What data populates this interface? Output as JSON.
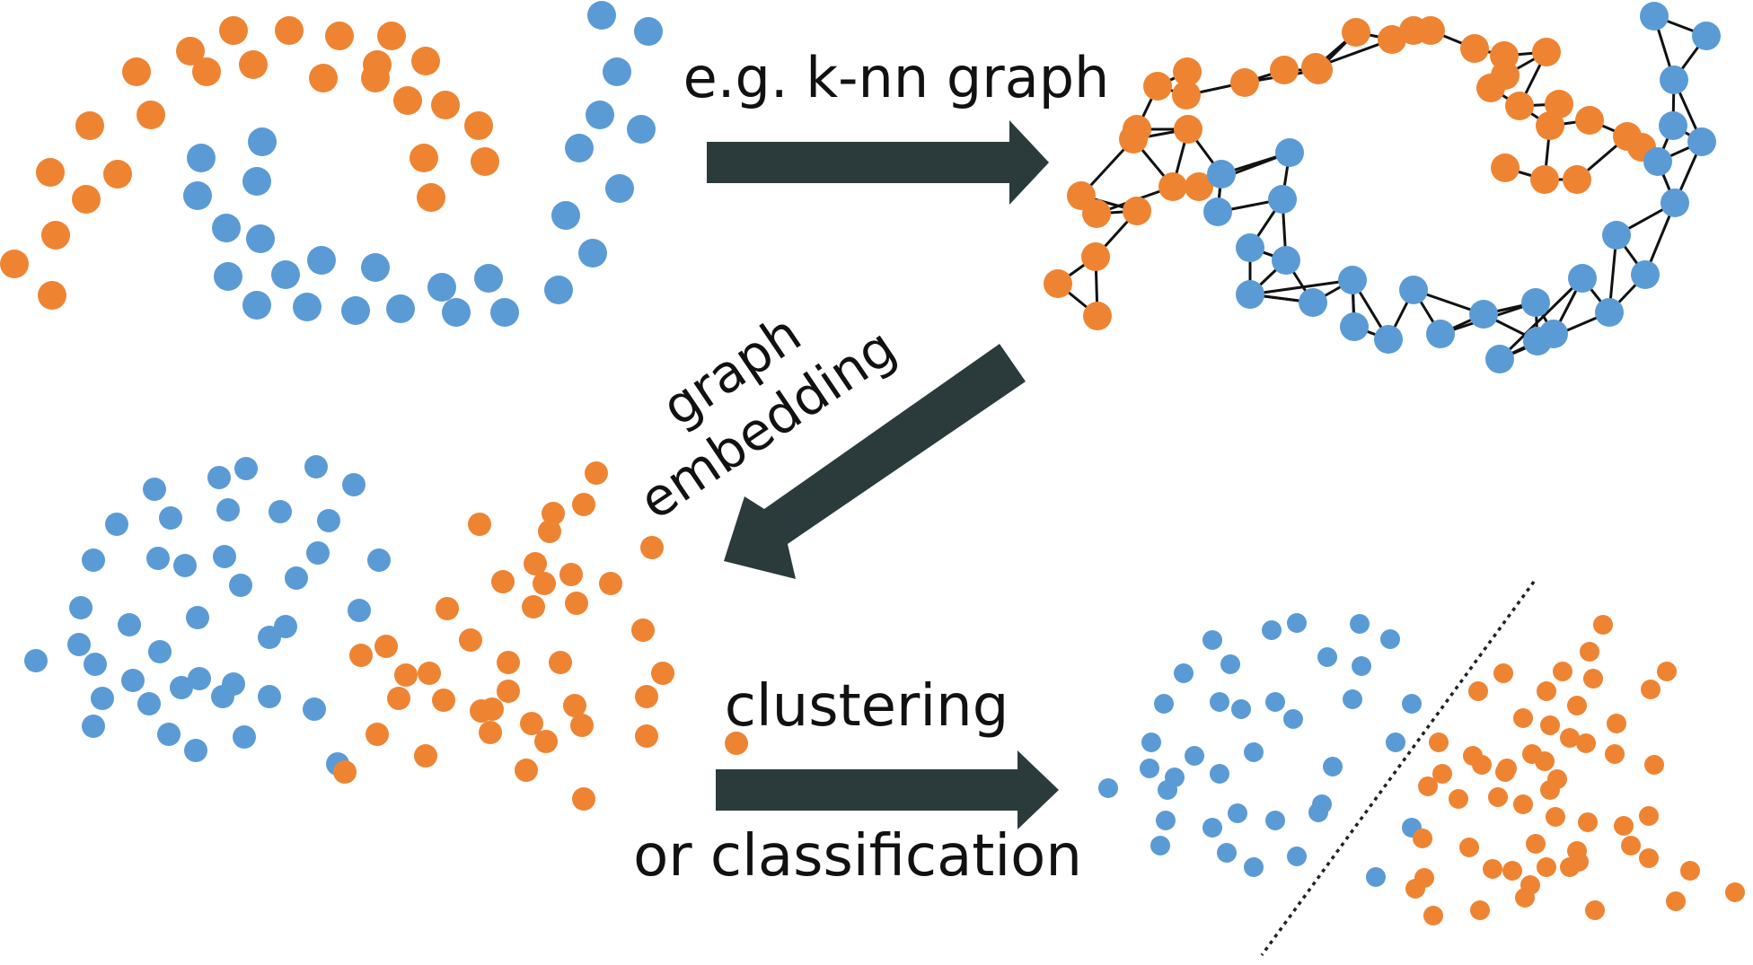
{
  "labels": {
    "knn": "e.g. k-nn graph",
    "embed_line1": "graph",
    "embed_line2": "embedding",
    "cluster_line1": "clustering",
    "cluster_line2": "or classification"
  },
  "colors": {
    "orange": "#EE8432",
    "blue": "#5B9BD5",
    "arrow": "#2B3B3C",
    "edge": "#111111",
    "text": "#111111"
  }
}
